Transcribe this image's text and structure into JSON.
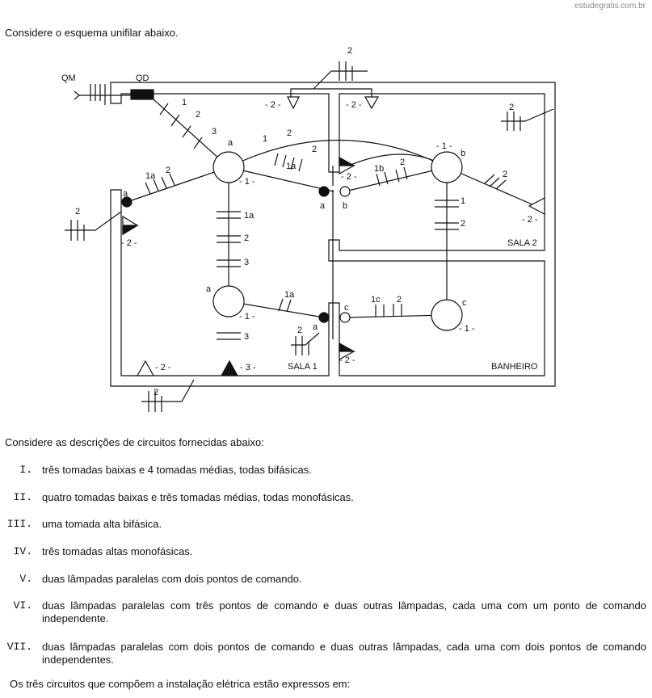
{
  "watermark": "estudegratis.com.br",
  "question": {
    "intro": "Considere o esquema unifilar abaixo.",
    "descriptions_intro": "Considere as descrições de circuitos fornecidas abaixo:",
    "items": [
      {
        "num": "I.",
        "text": "três tomadas baixas e 4 tomadas médias, todas bifásicas."
      },
      {
        "num": "II.",
        "text": "quatro tomadas baixas e três tomadas médias, todas monofásicas."
      },
      {
        "num": "III.",
        "text": "uma tomada alta bifásica."
      },
      {
        "num": "IV.",
        "text": "três tomadas altas monofásicas."
      },
      {
        "num": "V.",
        "text": "duas lâmpadas paralelas com dois pontos de comando."
      },
      {
        "num": "VI.",
        "text": "duas lâmpadas paralelas com três pontos de comando e duas outras lâmpadas, cada uma com um ponto de comando independente."
      },
      {
        "num": "VII.",
        "text": "duas lâmpadas paralelas com dois pontos de comando e duas outras lâmpadas, cada uma com dois pontos de comando independentes."
      }
    ],
    "final": "Os três circuitos que compõem a instalação elétrica estão expressos em:"
  },
  "diagram": {
    "qm": "QM",
    "qd": "QD",
    "room_sala1": "SALA 1",
    "room_sala2": "SALA 2",
    "room_banheiro": "BANHEIRO",
    "circuit_1": "- 1 -",
    "circuit_2": "- 2 -",
    "circuit_3": "- 3 -",
    "lbl_1": "1",
    "lbl_2": "2",
    "lbl_3": "3",
    "lbl_1a": "1a",
    "lbl_1b": "1b",
    "lbl_1c": "1c",
    "lbl_a": "a",
    "lbl_b": "b",
    "lbl_c": "c"
  }
}
